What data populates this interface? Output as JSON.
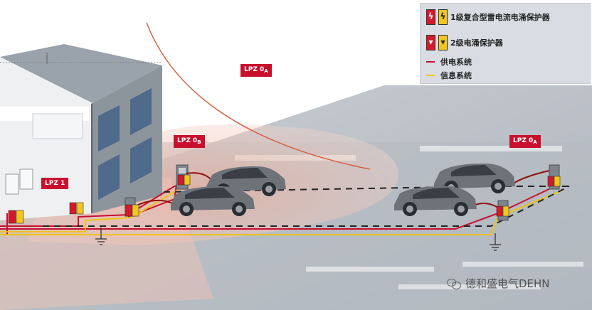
{
  "legend": {
    "items": [
      {
        "label": "1级复合型雷电流电涌保护器",
        "glyph_left": "ϟ",
        "glyph_right": "ϟ"
      },
      {
        "label": "2级电涌保护器",
        "glyph_left": "▾",
        "glyph_right": "▾"
      },
      {
        "label": "供电系统",
        "color": "#c8102e"
      },
      {
        "label": "信息系统",
        "color": "#f2c300"
      }
    ]
  },
  "zones": {
    "lpz_0a_top": {
      "name": "LPZ 0",
      "sub": "A"
    },
    "lpz_0b": {
      "name": "LPZ 0",
      "sub": "B"
    },
    "lpz_0a_right": {
      "name": "LPZ 0",
      "sub": "A"
    },
    "lpz_1": {
      "name": "LPZ 1"
    }
  },
  "watermark": {
    "text": "德和盛电气DEHN"
  },
  "colors": {
    "power_line": "#c8102e",
    "info_line": "#f2c300",
    "zone_0b": "#f2b8a8",
    "ground": "#9fa6ad",
    "car_body": "#6e737a"
  }
}
